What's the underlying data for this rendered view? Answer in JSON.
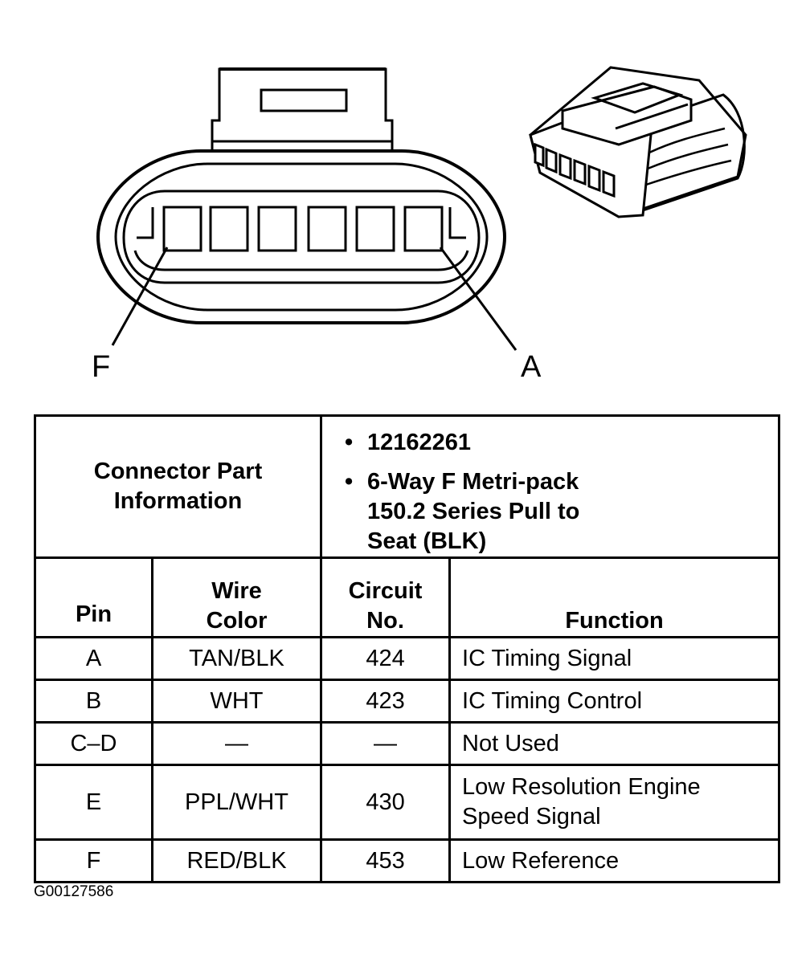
{
  "diagram": {
    "pin_labels": {
      "left": "F",
      "right": "A"
    }
  },
  "table": {
    "part_info_label": [
      "Connector Part",
      "Information"
    ],
    "part_info_items": [
      [
        "12162261"
      ],
      [
        "6-Way F Metri-pack",
        "150.2 Series Pull to",
        "Seat (BLK)"
      ]
    ],
    "bullet": "•",
    "headers": {
      "pin": "Pin",
      "wire_color": [
        "Wire",
        "Color"
      ],
      "circuit": [
        "Circuit",
        "No."
      ],
      "function": "Function"
    },
    "rows": [
      {
        "pin": "A",
        "wire": "TAN/BLK",
        "circuit": "424",
        "function": [
          "IC Timing Signal"
        ]
      },
      {
        "pin": "B",
        "wire": "WHT",
        "circuit": "423",
        "function": [
          "IC Timing Control"
        ]
      },
      {
        "pin": "C–D",
        "wire": "—",
        "circuit": "—",
        "function": [
          "Not Used"
        ]
      },
      {
        "pin": "E",
        "wire": "PPL/WHT",
        "circuit": "430",
        "function": [
          "Low Resolution Engine",
          "Speed Signal"
        ]
      },
      {
        "pin": "F",
        "wire": "RED/BLK",
        "circuit": "453",
        "function": [
          "Low Reference"
        ]
      }
    ]
  },
  "figure_id": "G00127586"
}
